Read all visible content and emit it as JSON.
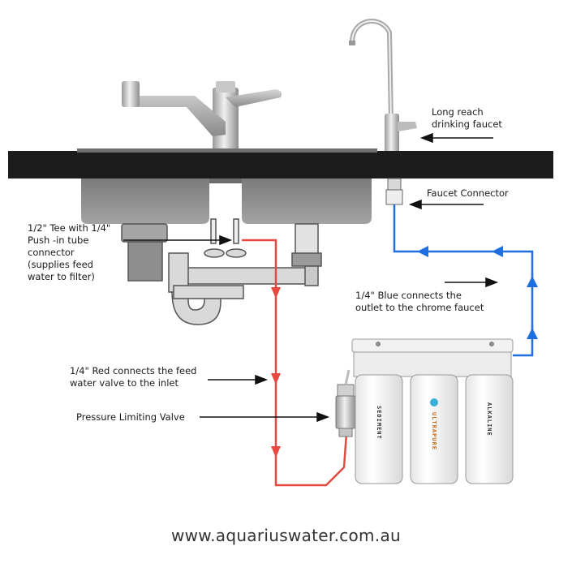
{
  "labels": {
    "drinking_faucet": "Long reach\ndrinking faucet",
    "faucet_connector": "Faucet Connector",
    "tee": "1/2\" Tee with 1/4\"\nPush -in tube\nconnector\n(supplies feed\nwater to filter)",
    "blue_line": "1/4\" Blue connects the\noutlet to the chrome faucet",
    "red_line": "1/4\" Red connects the feed\nwater valve to the inlet",
    "pressure_valve": "Pressure Limiting Valve"
  },
  "filters": {
    "left": "SEDIMENT",
    "middle": "ULTRAPURE",
    "right": "ALKALINE"
  },
  "website": "www.aquariuswater.com.au",
  "colors": {
    "feed_line": "#e8483f",
    "outlet_line": "#1f6fe0",
    "countertop": "#1c1c1c",
    "sink": "#8a8a8a",
    "chrome": "#bdbdbd"
  }
}
